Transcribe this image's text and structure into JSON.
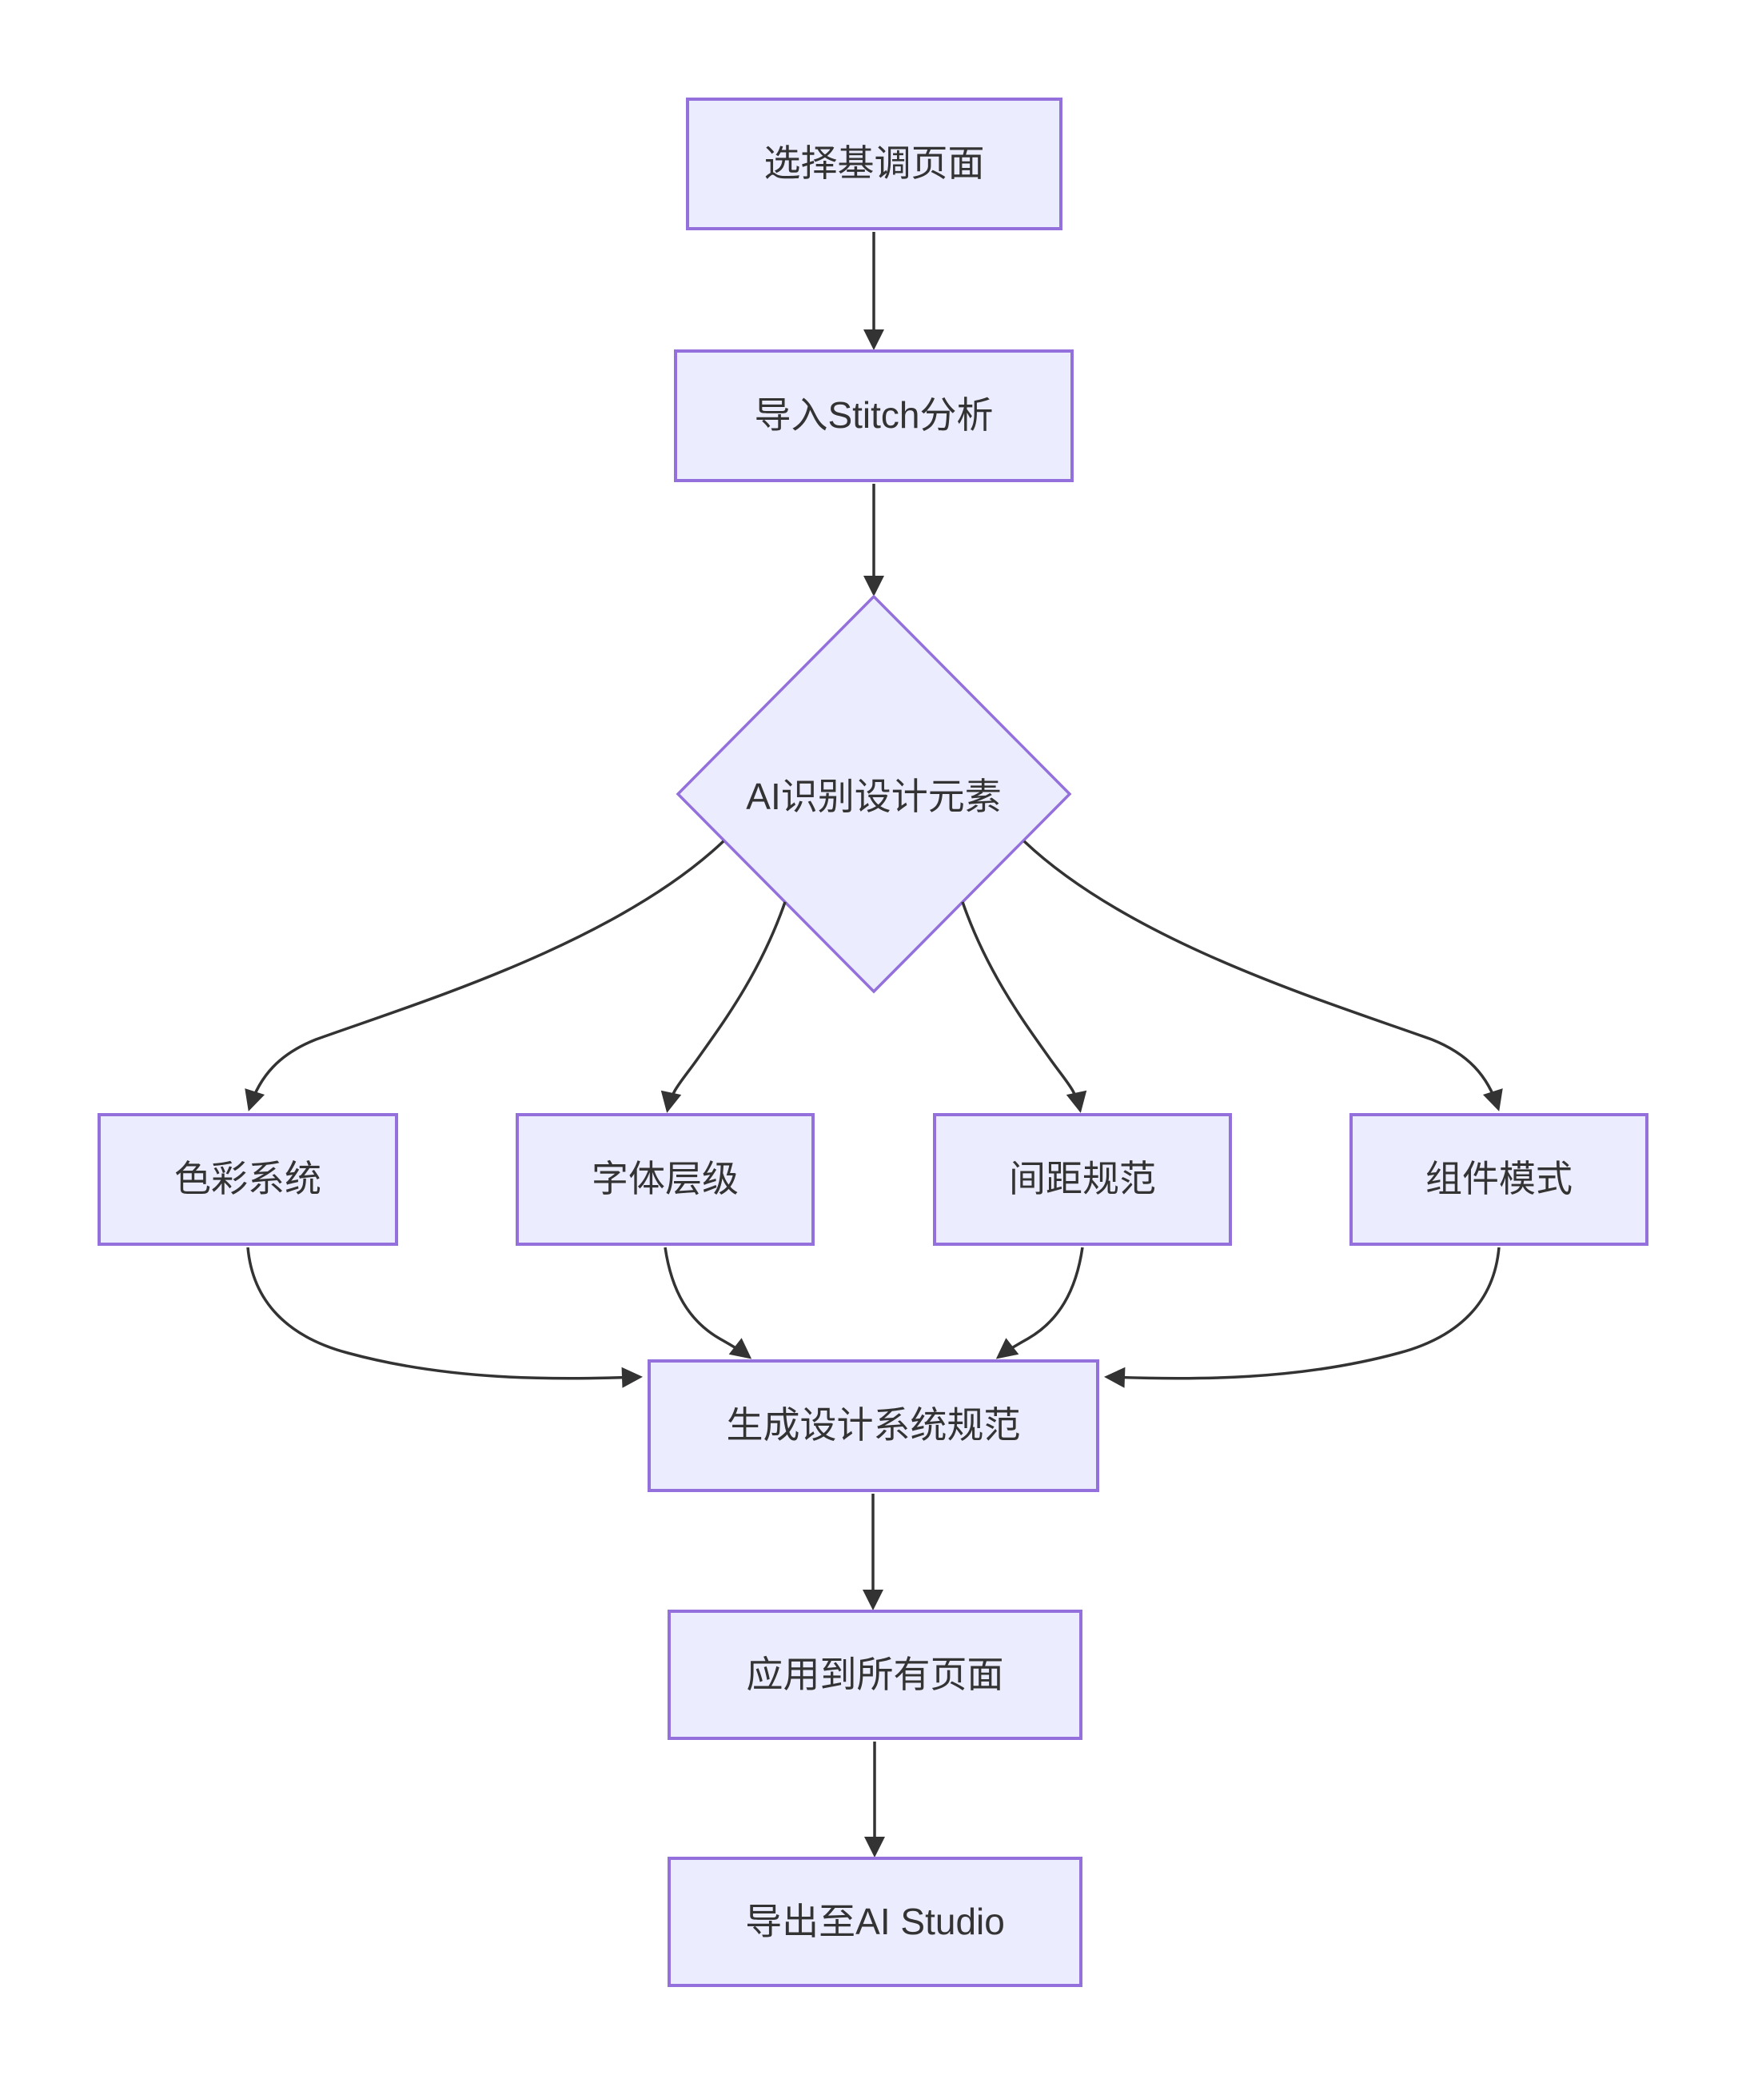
{
  "diagram": {
    "type": "flowchart",
    "direction": "top-down",
    "background": "#FFFFFF",
    "style": {
      "node_fill": "#ECECFF",
      "node_border": "#9370DB",
      "edge_color": "#333333",
      "text_color": "#333333"
    },
    "nodes": {
      "start": {
        "label": "选择基调页面",
        "shape": "rectangle"
      },
      "import": {
        "label": "导入Stitch分析",
        "shape": "rectangle"
      },
      "decision": {
        "label": "AI识别设计元素",
        "shape": "diamond"
      },
      "color_system": {
        "label": "色彩系统",
        "shape": "rectangle"
      },
      "font_hierarchy": {
        "label": "字体层级",
        "shape": "rectangle"
      },
      "spacing_spec": {
        "label": "间距规范",
        "shape": "rectangle"
      },
      "component_pattern": {
        "label": "组件模式",
        "shape": "rectangle"
      },
      "generate_spec": {
        "label": "生成设计系统规范",
        "shape": "rectangle"
      },
      "apply_pages": {
        "label": "应用到所有页面",
        "shape": "rectangle"
      },
      "export_studio": {
        "label": "导出至AI Studio",
        "shape": "rectangle"
      }
    },
    "edges": [
      {
        "from": "start",
        "to": "import"
      },
      {
        "from": "import",
        "to": "decision"
      },
      {
        "from": "decision",
        "to": "color_system"
      },
      {
        "from": "decision",
        "to": "font_hierarchy"
      },
      {
        "from": "decision",
        "to": "spacing_spec"
      },
      {
        "from": "decision",
        "to": "component_pattern"
      },
      {
        "from": "color_system",
        "to": "generate_spec"
      },
      {
        "from": "font_hierarchy",
        "to": "generate_spec"
      },
      {
        "from": "spacing_spec",
        "to": "generate_spec"
      },
      {
        "from": "component_pattern",
        "to": "generate_spec"
      },
      {
        "from": "generate_spec",
        "to": "apply_pages"
      },
      {
        "from": "apply_pages",
        "to": "export_studio"
      }
    ]
  }
}
